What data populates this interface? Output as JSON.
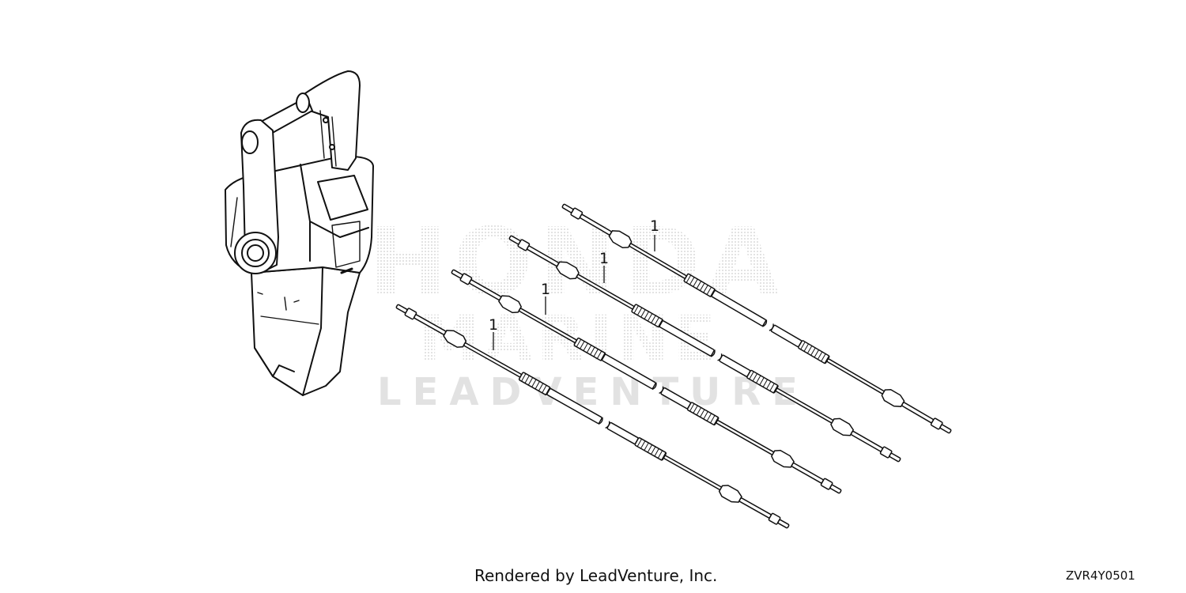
{
  "watermark": {
    "brand_top": "HONDA",
    "brand_bottom": "MARINE",
    "vendor": "LEADVENTURE"
  },
  "callouts": [
    {
      "id": "cable-1",
      "label": "1"
    },
    {
      "id": "cable-2",
      "label": "1"
    },
    {
      "id": "cable-3",
      "label": "1"
    },
    {
      "id": "cable-4",
      "label": "1"
    }
  ],
  "footer": {
    "credit": "Rendered by LeadVenture, Inc.",
    "diagram_code": "ZVR4Y0501"
  },
  "colors": {
    "line": "#111111",
    "watermark": "#d9d9d9",
    "background": "#ffffff"
  }
}
